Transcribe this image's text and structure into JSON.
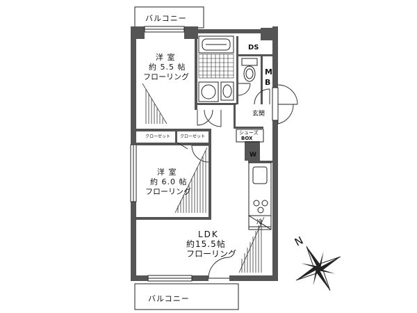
{
  "rooms": {
    "western_a": {
      "name": "洋 室",
      "size": "約 5.5 帖",
      "floor": "フローリング"
    },
    "western_b": {
      "name": "洋 室",
      "size": "約 6.0 帖",
      "floor": "フローリング"
    },
    "ldk": {
      "name": "LDK",
      "size": "約15.5帖",
      "floor": "フローリング"
    }
  },
  "labels": {
    "balcony_top": "バルコニー",
    "balcony_bottom": "バルコニー",
    "ds": "DS",
    "mb_m": "M",
    "mb_b": "B",
    "entrance": "玄関",
    "closet_1": "クローゼット",
    "closet_2": "クローゼット",
    "shoes_1": "シューズ",
    "shoes_2": "BOX",
    "fridge": "冷",
    "w": "W"
  },
  "compass": {
    "north": "N"
  },
  "colors": {
    "wall": "#555555",
    "line": "#222222",
    "hatch": "#333333"
  }
}
